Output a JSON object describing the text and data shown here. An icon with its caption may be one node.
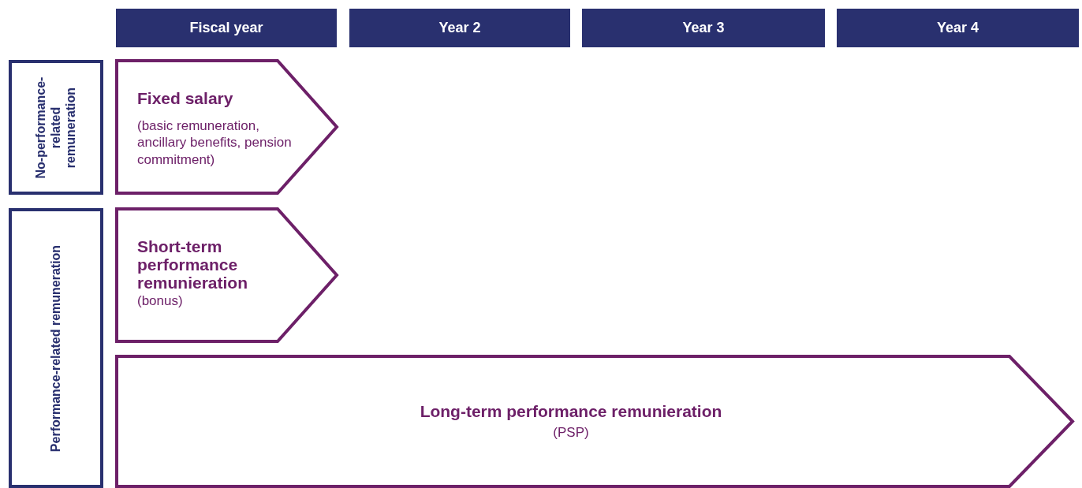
{
  "diagram": {
    "nodes": [
      {
        "text": [
          "Fiscal year"
        ]
      },
      {
        "text": [
          "Year 2"
        ]
      },
      {
        "text": [
          "Year 3"
        ]
      },
      {
        "text": [
          "Year 4"
        ]
      },
      {
        "text": [
          "No-performance-related remuneration"
        ]
      },
      {
        "text": [
          "Fixed salary",
          "(basic remuneration, ancillary benefits, pension commitment)"
        ]
      },
      {
        "text": [
          "Performance-related remuneration"
        ]
      },
      {
        "text": [
          "Short-term performance remunieration",
          "(bonus)"
        ]
      },
      {
        "text": [
          "Long-term performance remunieration",
          "(PSP)"
        ]
      }
    ]
  }
}
